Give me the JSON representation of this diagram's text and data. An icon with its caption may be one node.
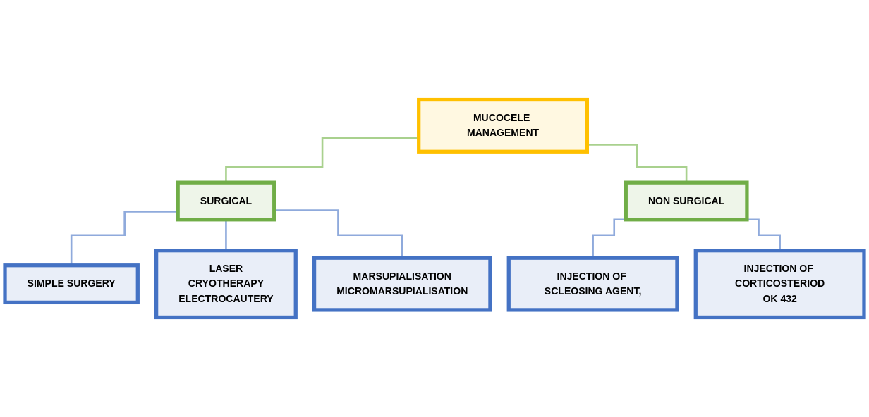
{
  "diagram": {
    "nodes": [
      {
        "text": [
          "MUCOCELE MANAGEMENT"
        ]
      },
      {
        "text": [
          "SURGICAL"
        ]
      },
      {
        "text": [
          "NON SURGICAL"
        ]
      },
      {
        "text": [
          "SIMPLE SURGERY"
        ]
      },
      {
        "text": [
          "LASER",
          "CRYOTHERAPY",
          "ELECTROCAUTERY"
        ]
      },
      {
        "text": [
          "MARSUPIALISATION",
          "MICROMARSUPIALISATION"
        ]
      },
      {
        "text": [
          "INJECTION OF SCLEOSING AGENT,"
        ]
      },
      {
        "text": [
          "INJECTION OF CORTICOSTERIOD",
          "OK 432"
        ]
      }
    ],
    "edges": [
      {
        "from": 0,
        "to": 1,
        "arrow": "none",
        "color": "#a9d18e"
      },
      {
        "from": 0,
        "to": 2,
        "arrow": "none",
        "color": "#a9d18e"
      },
      {
        "from": 1,
        "to": 3,
        "arrow": "none"
      },
      {
        "from": 1,
        "to": 4,
        "arrow": "none"
      },
      {
        "from": 1,
        "to": 5,
        "arrow": "none"
      },
      {
        "from": 2,
        "to": 6,
        "arrow": "none"
      },
      {
        "from": 2,
        "to": 7,
        "arrow": "none"
      }
    ]
  }
}
